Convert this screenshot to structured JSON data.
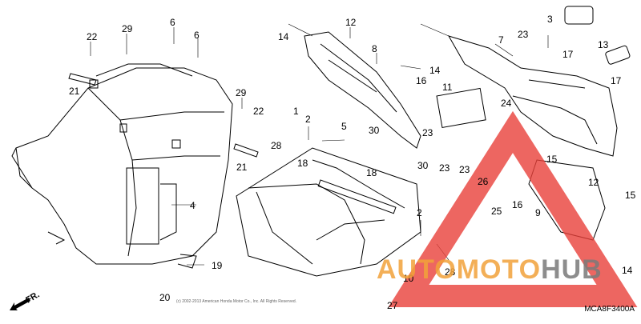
{
  "diagram": {
    "code": "MCA8F3400A",
    "direction_label": "FR.",
    "copyright": "(c) 2002-2013 American Honda Motor Co., Inc. All Rights Reserved.",
    "callouts": [
      "22",
      "29",
      "6",
      "6",
      "21",
      "29",
      "22",
      "28",
      "1",
      "2",
      "5",
      "30",
      "18",
      "18",
      "30",
      "21",
      "4",
      "19",
      "20",
      "14",
      "12",
      "8",
      "14",
      "16",
      "23",
      "11",
      "24",
      "3",
      "23",
      "7",
      "13",
      "17",
      "17",
      "23",
      "23",
      "15",
      "26",
      "25",
      "16",
      "9",
      "12",
      "15",
      "2",
      "28",
      "10",
      "27",
      "14"
    ]
  },
  "watermark": {
    "text_a": "AUTOMOTO",
    "text_b": "HUB",
    "color_triangle": "#e8403a",
    "color_text_a": "#f2a23a",
    "color_text_b": "#7a7a7a"
  }
}
